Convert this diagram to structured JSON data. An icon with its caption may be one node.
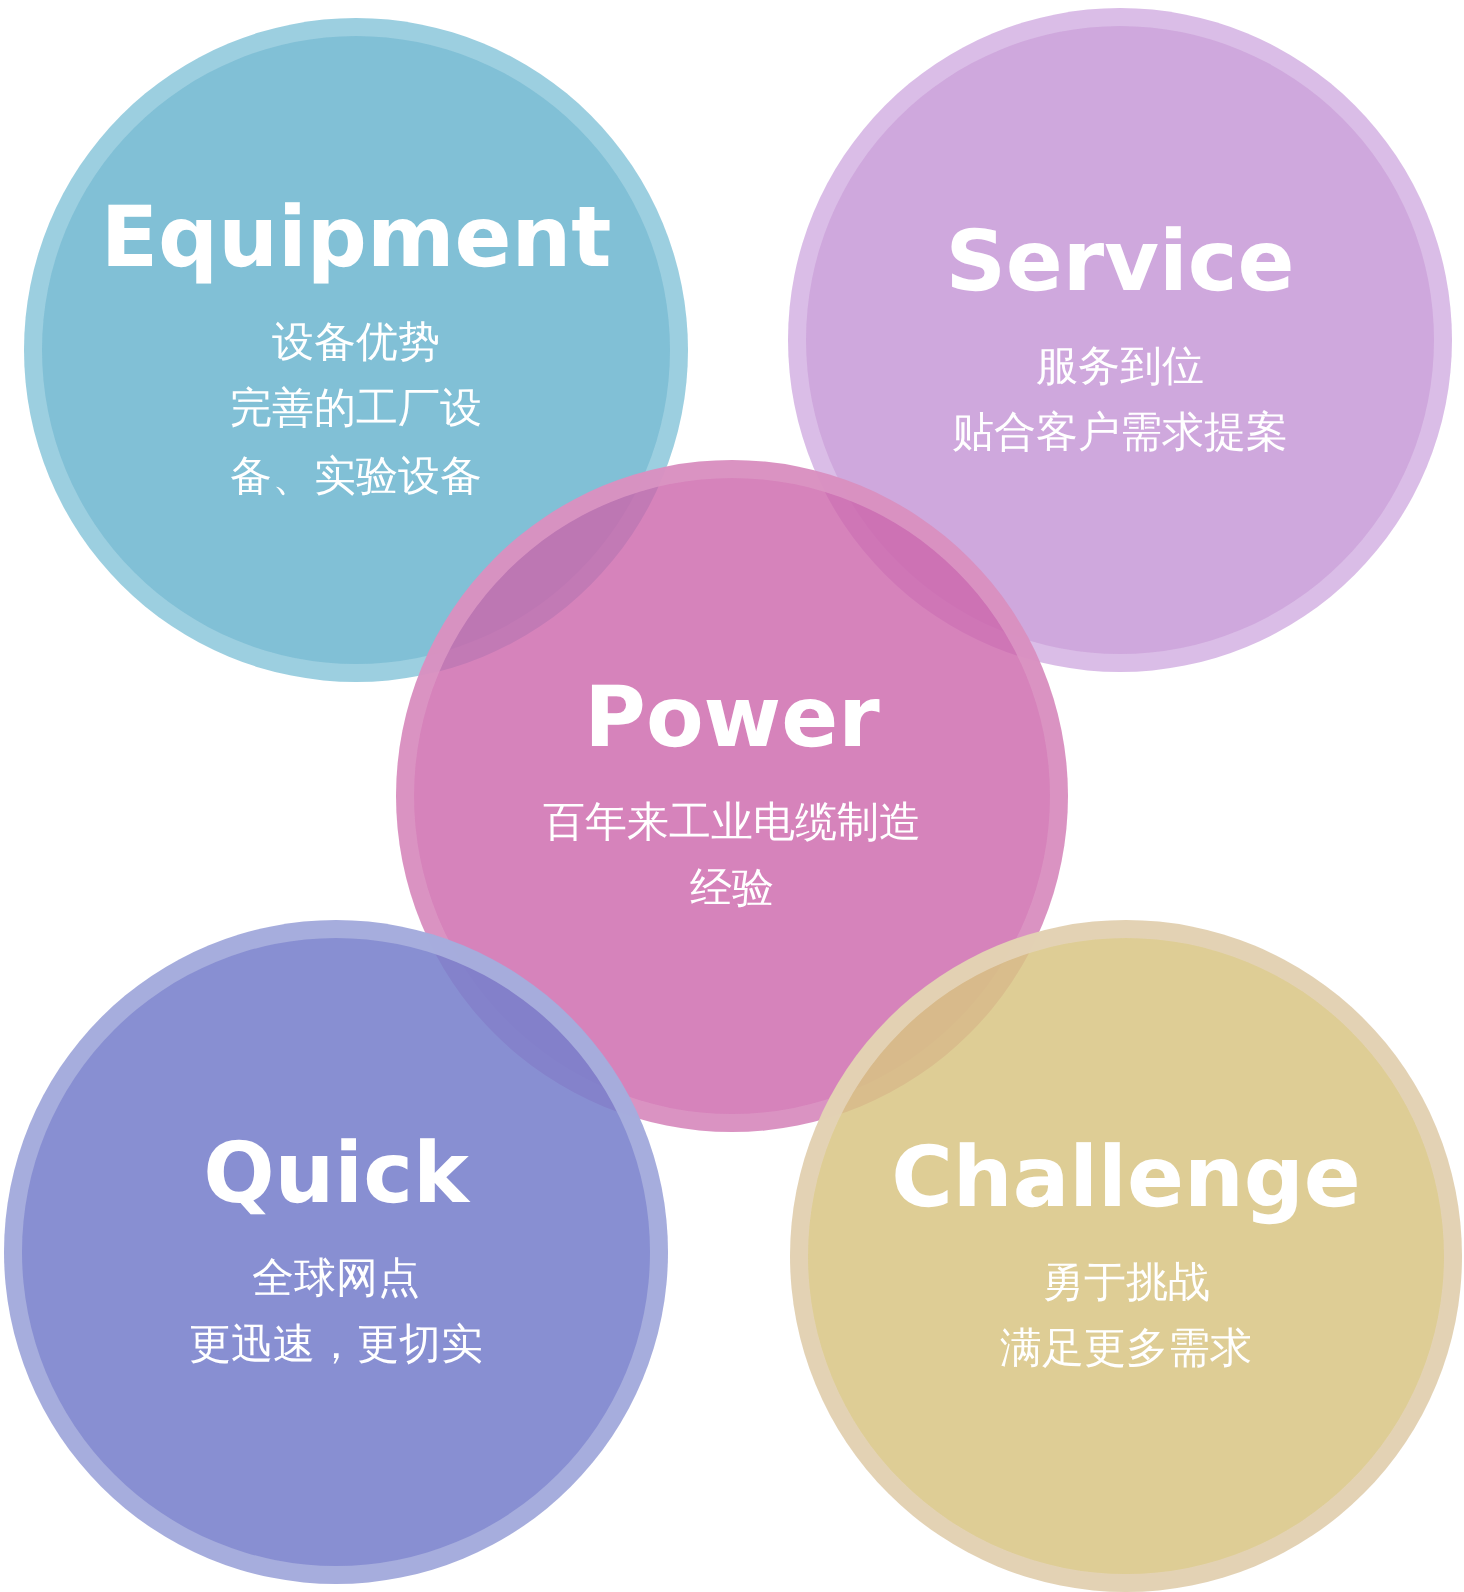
{
  "diagram": {
    "nodes": [
      {
        "text": [
          "Equipment",
          "设备优势",
          "完善的工厂设备、实验设备"
        ]
      },
      {
        "text": [
          "Service",
          "服务到位",
          "贴合客户需求提案"
        ]
      },
      {
        "text": [
          "Power",
          "百年来工业电缆制造经验"
        ]
      },
      {
        "text": [
          "Quick",
          "全球网点",
          "更迅速，更切实"
        ]
      },
      {
        "text": [
          "Challenge",
          "勇于挑战",
          "满足更多需求"
        ]
      }
    ],
    "edges": []
  }
}
